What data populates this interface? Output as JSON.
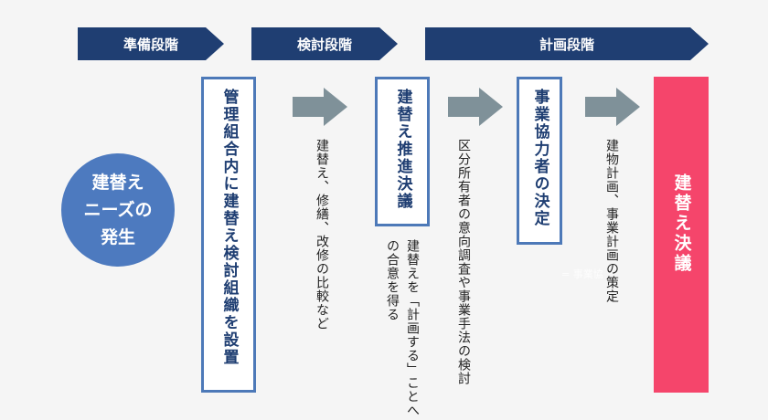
{
  "stages": {
    "prep": "準備段階",
    "review": "検討段階",
    "plan": "計画段階"
  },
  "trigger": {
    "line1": "建替え",
    "line2": "ニーズの",
    "line3": "発生"
  },
  "boxes": {
    "committee": "管理組合内に建替え検討組織を設置",
    "resolution": "建替え推進決議",
    "partner": "事業協力者の決定"
  },
  "notes": {
    "compare": "建替え、修繕、改修の比較など",
    "consent": [
      "建替えを「計画する」",
      "ことへの合意を得る"
    ],
    "survey": [
      "区分所有者の意向調査や",
      "事業手法の検討"
    ],
    "planning": "建物計画、事業計画の策定"
  },
  "final": {
    "label": "建替え決議"
  },
  "watermark": "= 事業協",
  "colors": {
    "stage_bar": "#1f3e72",
    "circle": "#4d7abf",
    "box_border": "#4d79b8",
    "arrow": "#7f9199",
    "final": "#f5456b"
  }
}
